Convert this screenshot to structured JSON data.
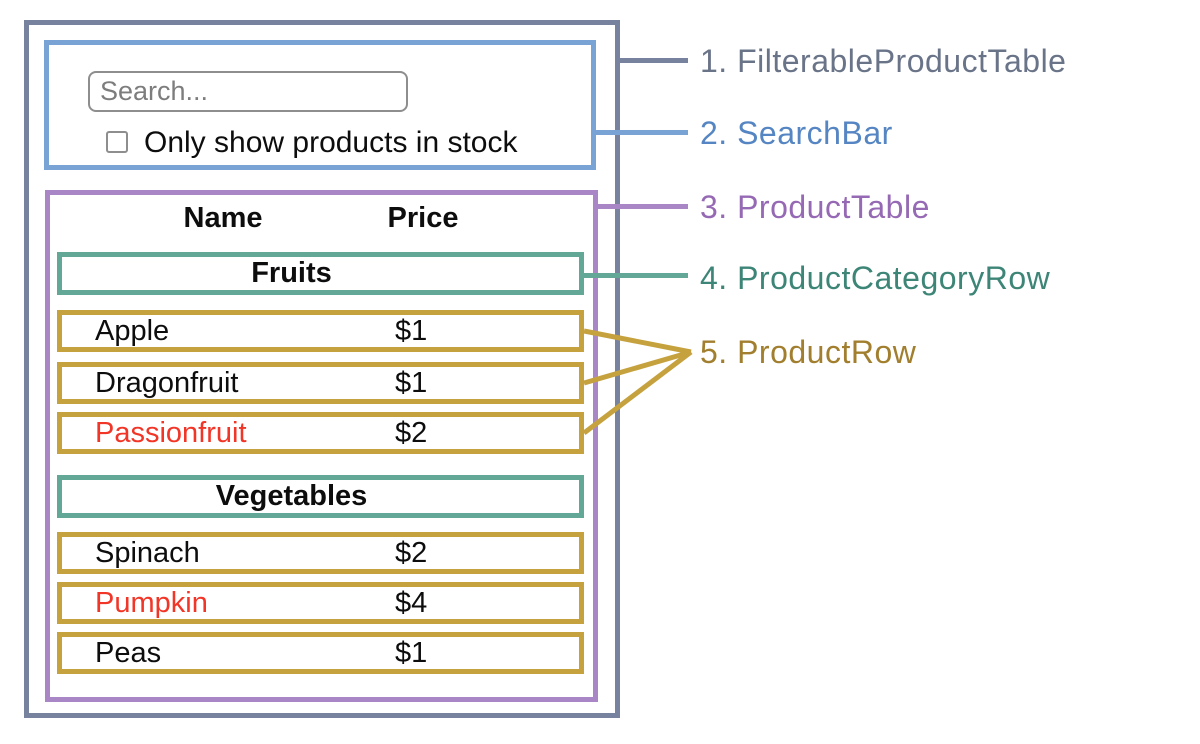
{
  "search_bar": {
    "placeholder": "Search...",
    "checkbox_label": "Only show products in stock",
    "checkbox_checked": false
  },
  "table": {
    "columns": [
      "Name",
      "Price"
    ],
    "sections": [
      {
        "category": "Fruits",
        "rows": [
          {
            "name": "Apple",
            "price": "$1",
            "name_red": false
          },
          {
            "name": "Dragonfruit",
            "price": "$1",
            "name_red": false
          },
          {
            "name": "Passionfruit",
            "price": "$2",
            "name_red": true
          }
        ]
      },
      {
        "category": "Vegetables",
        "rows": [
          {
            "name": "Spinach",
            "price": "$2",
            "name_red": false
          },
          {
            "name": "Pumpkin",
            "price": "$4",
            "name_red": true
          },
          {
            "name": "Peas",
            "price": "$1",
            "name_red": false
          }
        ]
      }
    ]
  },
  "annotations": [
    {
      "label": "1. FilterableProductTable",
      "color": "#6a7488"
    },
    {
      "label": "2. SearchBar",
      "color": "#5585c2"
    },
    {
      "label": "3. ProductTable",
      "color": "#9669b4"
    },
    {
      "label": "4. ProductCategoryRow",
      "color": "#3d8577"
    },
    {
      "label": "5. ProductRow",
      "color": "#a17f2e"
    }
  ],
  "colors": {
    "filterable_product_table_border": "#76829e",
    "search_bar_border": "#7aa3d5",
    "product_table_border": "#a986c6",
    "product_category_row_border": "#63a797",
    "product_row_border": "#c6a23f",
    "out_of_stock_text": "#f13527"
  }
}
